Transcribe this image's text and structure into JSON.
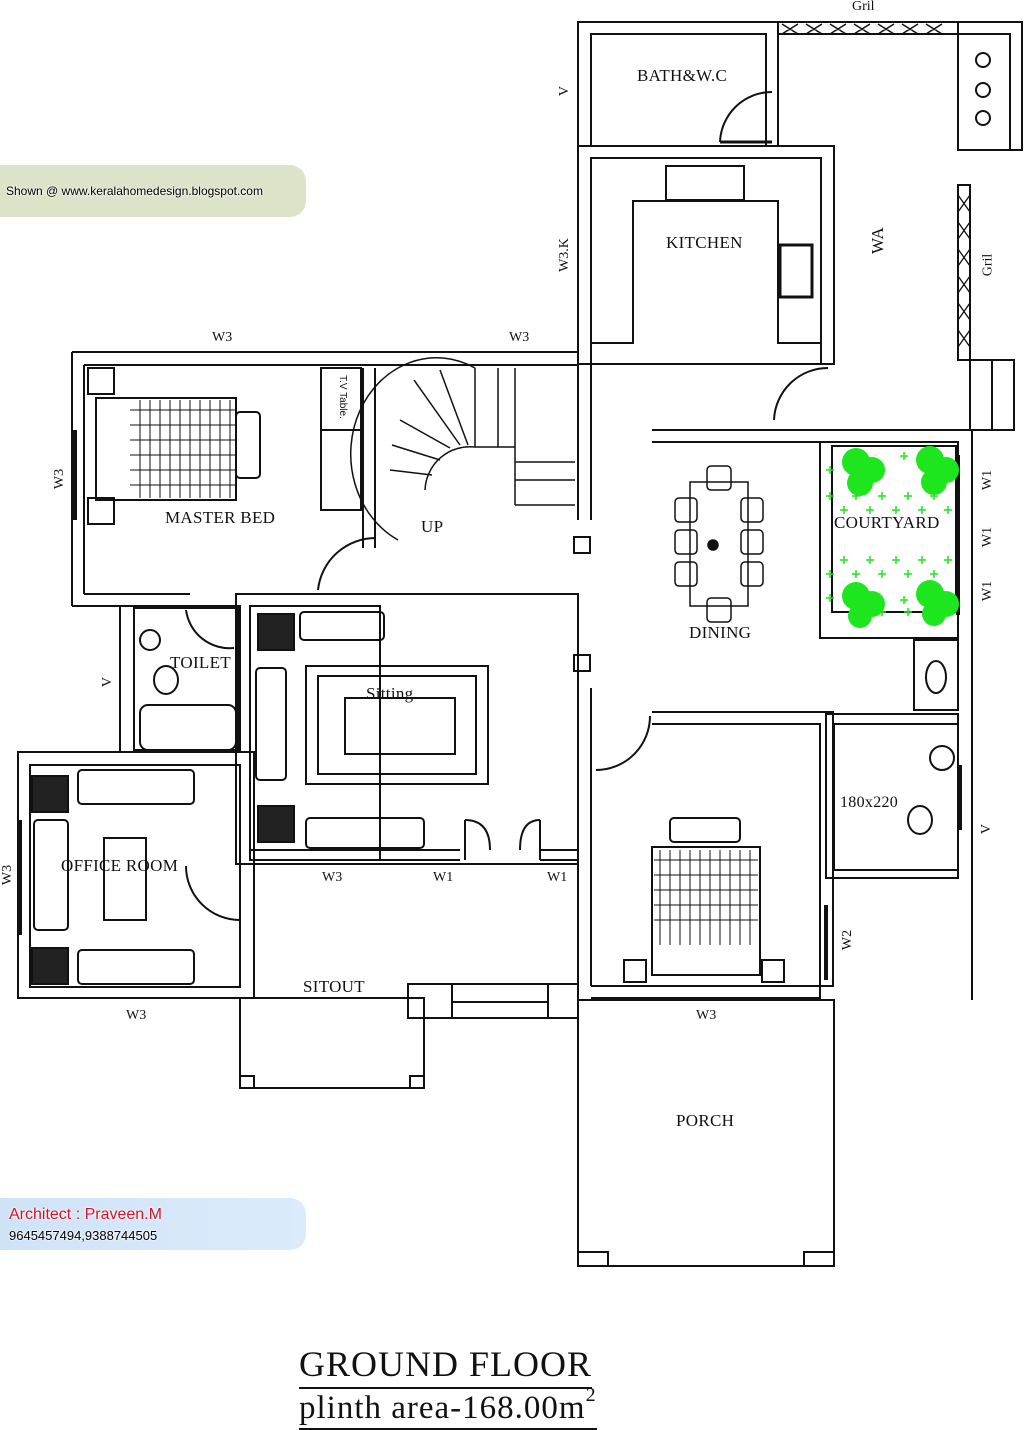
{
  "plan": {
    "title": "GROUND FLOOR",
    "plinth_area_label": "plinth  area-168.00m",
    "plinth_area_superscript": "2"
  },
  "banners": {
    "site": "Shown @  www.keralahomedesign.blogspot.com",
    "architect": "Architect : Praveen.M",
    "phones": "9645457494,9388744505"
  },
  "rooms": {
    "bath_wc": "BATH&W.C",
    "kitchen": "KITCHEN",
    "work_area": "WA",
    "master_bed": "MASTER BED",
    "tv_table": "T.V Table.",
    "stairs": "UP",
    "dining": "DINING",
    "courtyard": "COURTYARD",
    "toilet": "TOILET",
    "sitting": "Sitting",
    "office_room": "OFFICE  ROOM",
    "sitout": "SITOUT",
    "bath_size": "180x220",
    "porch": "PORCH"
  },
  "windows": {
    "gril_top": "Gril",
    "gril_right": "Gril",
    "v_bath": "V",
    "w3k_kitchen": "W3.K",
    "w3_master_top": "W3",
    "w3_stair_top": "W3",
    "w3_master_left": "W3",
    "w1_court_1": "W1",
    "w1_court_2": "W1",
    "w1_court_3": "W1",
    "v_toilet": "V",
    "v_bed2_bath": "V",
    "w3_office_left": "W3",
    "w3_sitting_bottom": "W3",
    "w1_sitting_1": "W1",
    "w1_sitting_2": "W1",
    "w2_bed2": "W2",
    "w3_office_bottom": "W3",
    "w3_bed2_bottom": "W3"
  },
  "colors": {
    "wall": "#111111",
    "courtyard_plants": "#1ee61e",
    "site_banner": "#dbe4c9",
    "architect_banner": "#cfe3f7",
    "architect_name": "#d4142a"
  }
}
